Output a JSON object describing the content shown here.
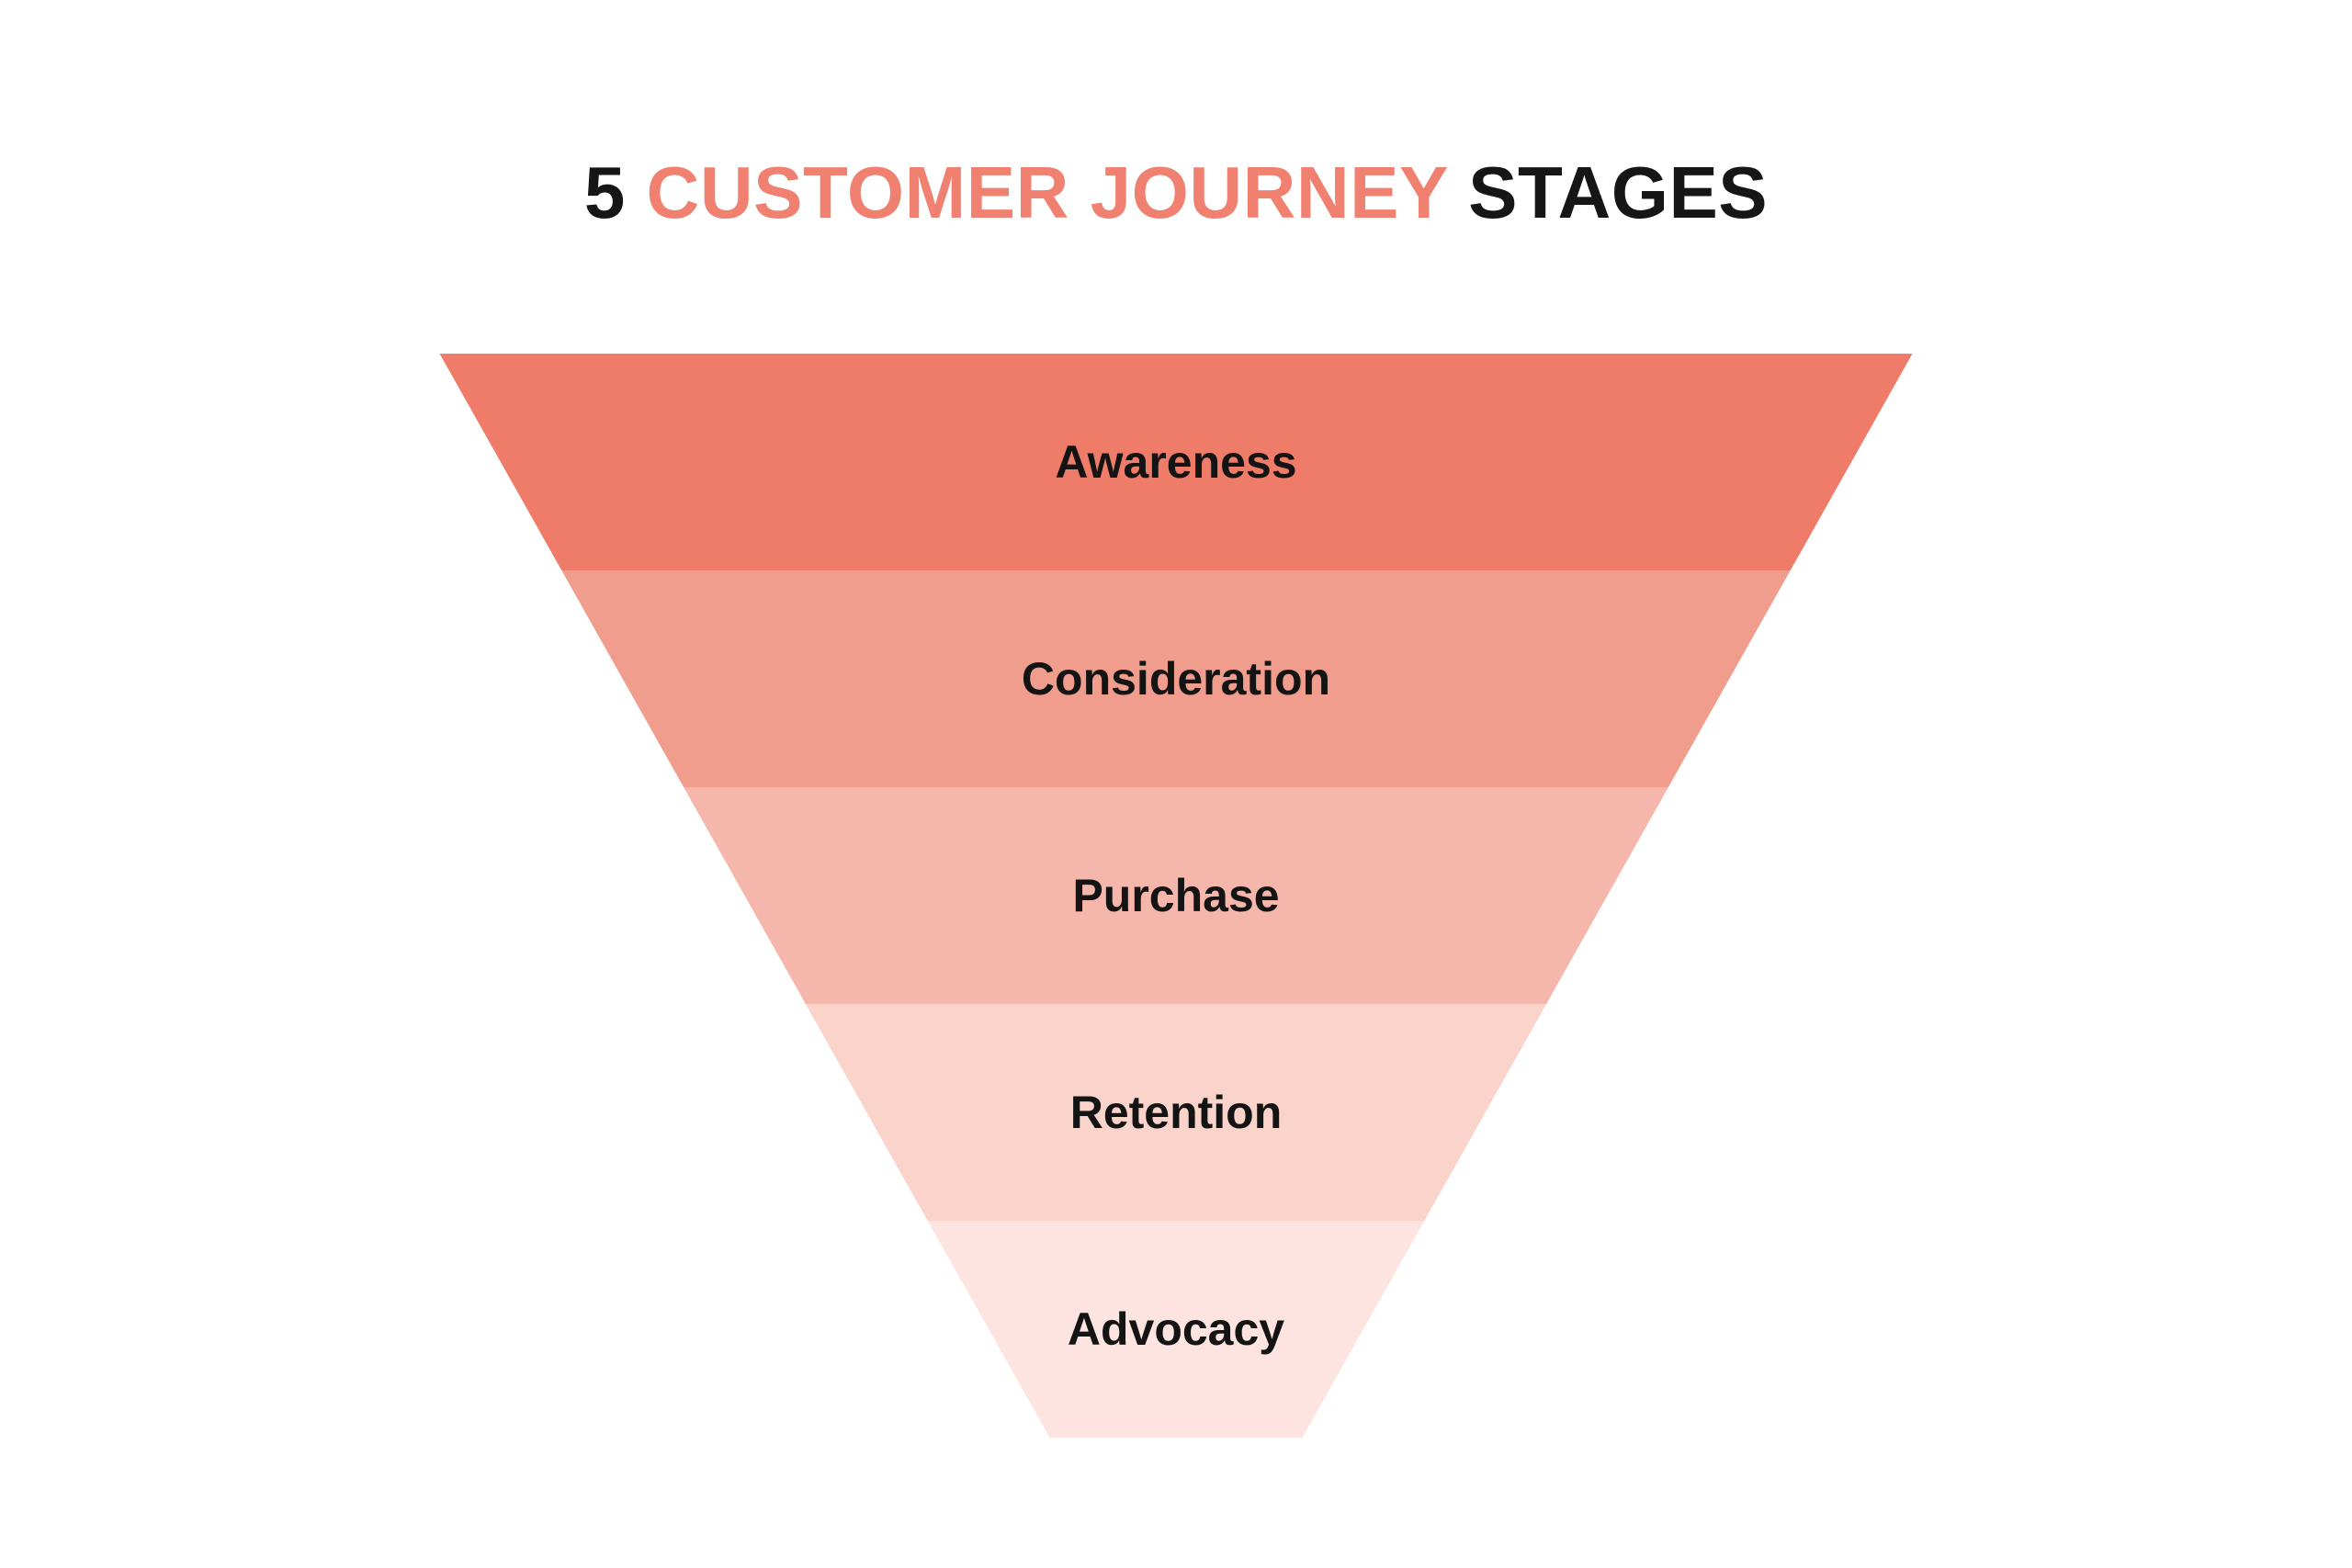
{
  "title": {
    "prefix": "5",
    "highlight": "CUSTOMER JOURNEY",
    "suffix": "STAGES",
    "accent_color": "#F08170",
    "text_color": "#161616"
  },
  "funnel": {
    "type": "funnel",
    "direction": "widest-at-top",
    "label_color": "#141414",
    "stages": [
      {
        "label": "Awareness",
        "color": "#EE7C69"
      },
      {
        "label": "Consideration",
        "color": "#F09D8D"
      },
      {
        "label": "Purchase",
        "color": "#F5B6AB"
      },
      {
        "label": "Retention",
        "color": "#FAD3CB"
      },
      {
        "label": "Advocacy",
        "color": "#FDE4E1"
      }
    ]
  }
}
